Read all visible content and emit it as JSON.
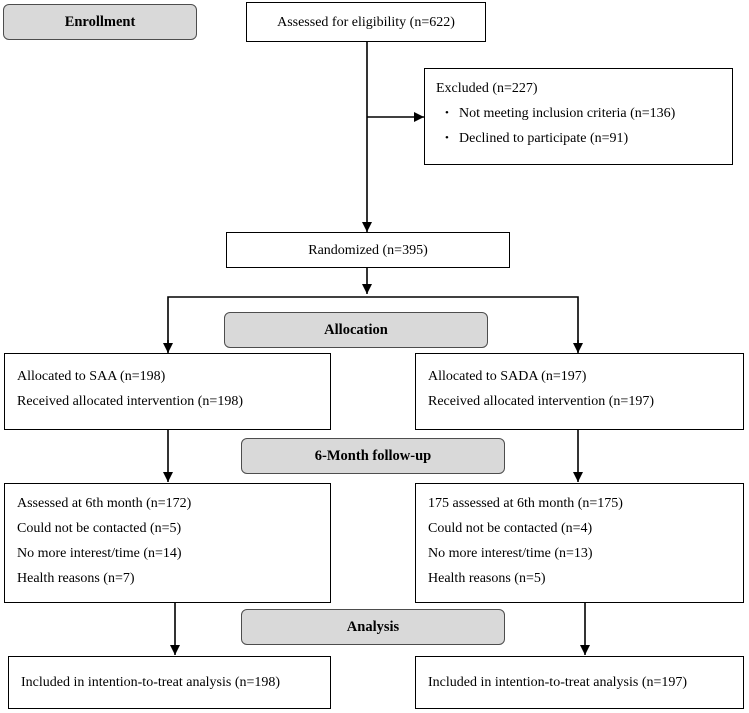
{
  "labels": {
    "enrollment": "Enrollment",
    "allocation": "Allocation",
    "followup": "6-Month follow-up",
    "analysis": "Analysis"
  },
  "assessed": "Assessed for eligibility (n=622)",
  "excluded": {
    "title": "Excluded (n=227)",
    "items": [
      "Not meeting inclusion criteria (n=136)",
      "Declined to participate (n=91)"
    ]
  },
  "randomized": "Randomized (n=395)",
  "left": {
    "allocation": [
      "Allocated to SAA (n=198)",
      "Received allocated intervention (n=198)"
    ],
    "followup": [
      "Assessed at 6th month (n=172)",
      "Could not be contacted (n=5)",
      "No more interest/time (n=14)",
      "Health reasons (n=7)"
    ],
    "analysis": "Included in intention-to-treat analysis (n=198)"
  },
  "right": {
    "allocation": [
      "Allocated to SADA (n=197)",
      "Received allocated intervention (n=197)"
    ],
    "followup": [
      "175 assessed at 6th month (n=175)",
      "Could not be contacted (n=4)",
      "No more interest/time (n=13)",
      "Health reasons (n=5)"
    ],
    "analysis": "Included in intention-to-treat analysis (n=197)"
  }
}
